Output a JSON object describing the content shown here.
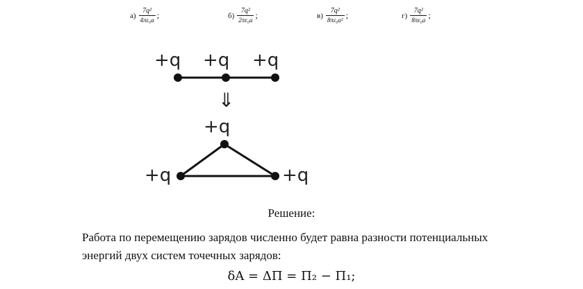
{
  "options": [
    {
      "label": "а)",
      "num": "7q²",
      "den": "4πε₀a"
    },
    {
      "label": "б)",
      "num": "7q²",
      "den": "2πε₀a"
    },
    {
      "label": "в)",
      "num": "7q²",
      "den": "8πε₀a²"
    },
    {
      "label": "г)",
      "num": "7q²",
      "den": "8πε₀a"
    }
  ],
  "separator": ";",
  "diagram": {
    "charge_label": "+q",
    "arrow": "⇓"
  },
  "solution_heading": "Решение:",
  "paragraph": "Работа по перемещению зарядов численно будет равна разности потенциальных энергий двух систем точечных зарядов:",
  "formula": "δA = ΔΠ = Π₂ − Π₁;"
}
